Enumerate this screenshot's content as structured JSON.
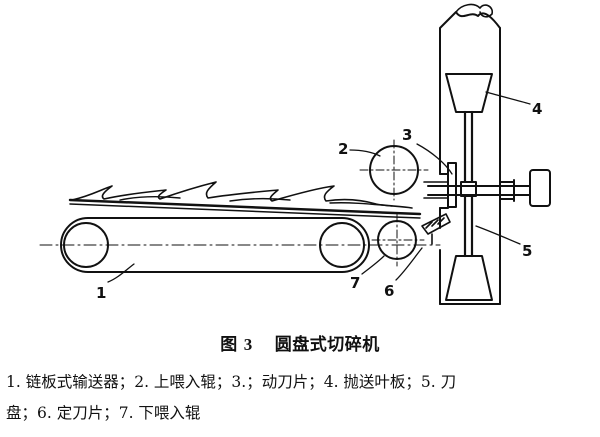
{
  "figure": {
    "prefix": "图",
    "number": "3",
    "title": "圆盘式切碎机"
  },
  "labels": {
    "l1": "1",
    "l2": "2",
    "l3": "3",
    "l4": "4",
    "l5": "5",
    "l6": "6",
    "l7": "7"
  },
  "legend": {
    "line1": "1. 链板式输送器；2. 上喂入辊；3.；动刀片；4. 抛送叶板；5. 刀",
    "line2": "盘；6. 定刀片；7. 下喂入辊"
  }
}
